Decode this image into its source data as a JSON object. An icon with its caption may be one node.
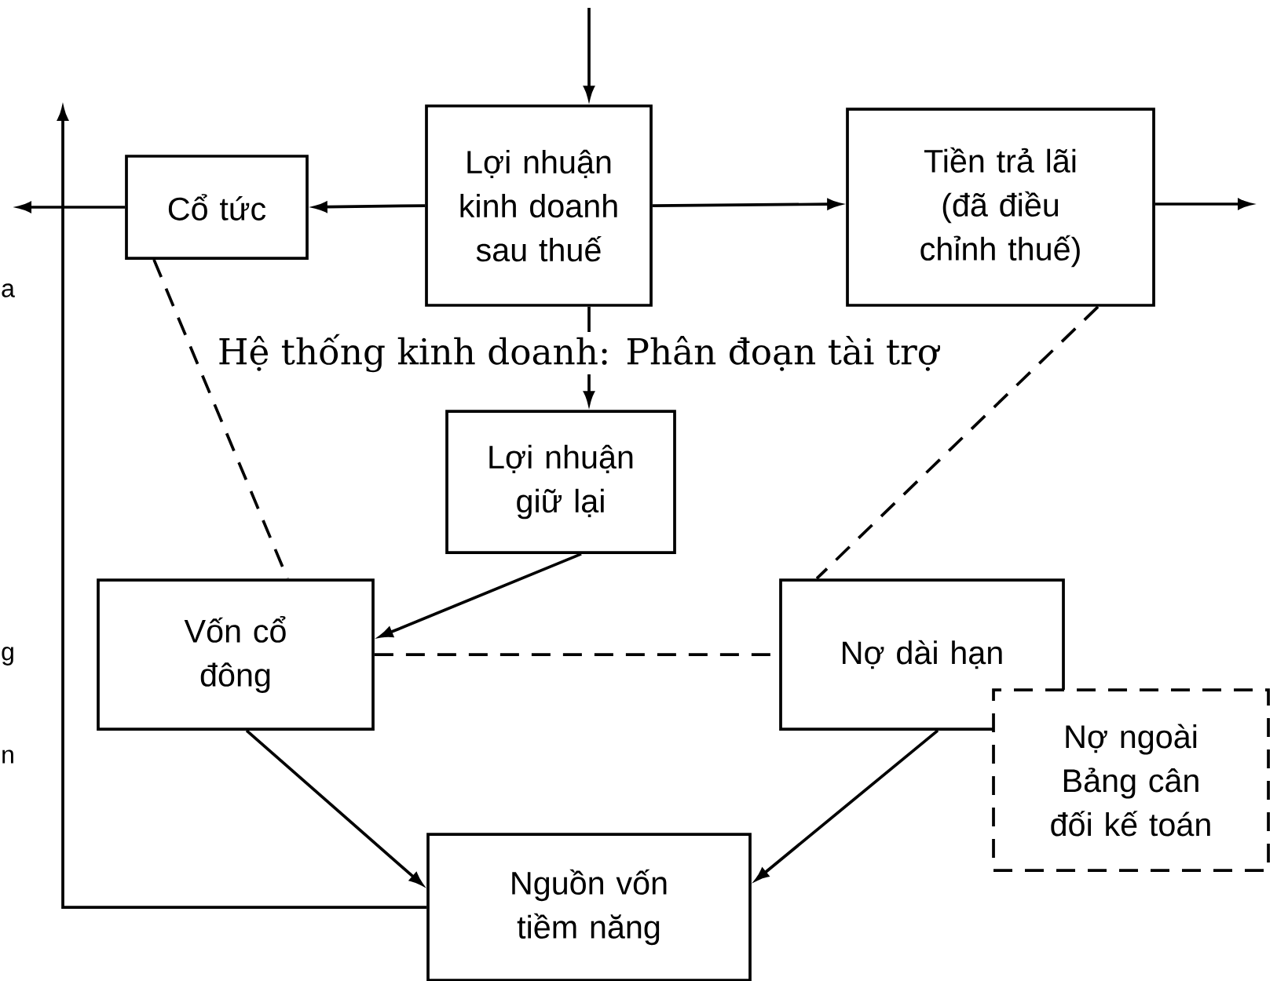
{
  "diagram": {
    "title": "Hệ thống kinh doanh: Phân đoạn tài trợ",
    "nodes": [
      {
        "text": [
          "Cổ tức"
        ]
      },
      {
        "text": [
          "Lợi nhuận kinh doanh sau thuế"
        ]
      },
      {
        "text": [
          "Tiền trả lãi (đã điều chỉnh thuế)"
        ]
      },
      {
        "text": [
          "Lợi nhuận giữ lại"
        ]
      },
      {
        "text": [
          "Vốn cổ đông"
        ]
      },
      {
        "text": [
          "Nợ dài hạn"
        ]
      },
      {
        "text": [
          "Nợ ngoài Bảng cân đối kế toán"
        ]
      },
      {
        "text": [
          "Nguồn vốn tiềm năng"
        ]
      }
    ],
    "edges": [
      {
        "from": null,
        "to": 1,
        "arrow": "to"
      },
      {
        "from": 1,
        "to": 0,
        "arrow": "to"
      },
      {
        "from": 0,
        "to": null,
        "arrow": "to"
      },
      {
        "from": 1,
        "to": 2,
        "arrow": "to"
      },
      {
        "from": 2,
        "to": null,
        "arrow": "to"
      },
      {
        "from": 1,
        "to": 3,
        "arrow": "to"
      },
      {
        "from": 3,
        "to": 4,
        "arrow": "to"
      },
      {
        "from": 0,
        "to": 4,
        "arrow": "none",
        "style": "dashed"
      },
      {
        "from": 2,
        "to": 5,
        "arrow": "none",
        "style": "dashed"
      },
      {
        "from": 4,
        "to": 5,
        "arrow": "none",
        "style": "dashed"
      },
      {
        "from": 4,
        "to": 7,
        "arrow": "to"
      },
      {
        "from": 5,
        "to": 7,
        "arrow": "to"
      },
      {
        "from": 7,
        "to": null,
        "arrow": "to"
      }
    ],
    "labels": [
      "a",
      "g",
      "n"
    ]
  }
}
